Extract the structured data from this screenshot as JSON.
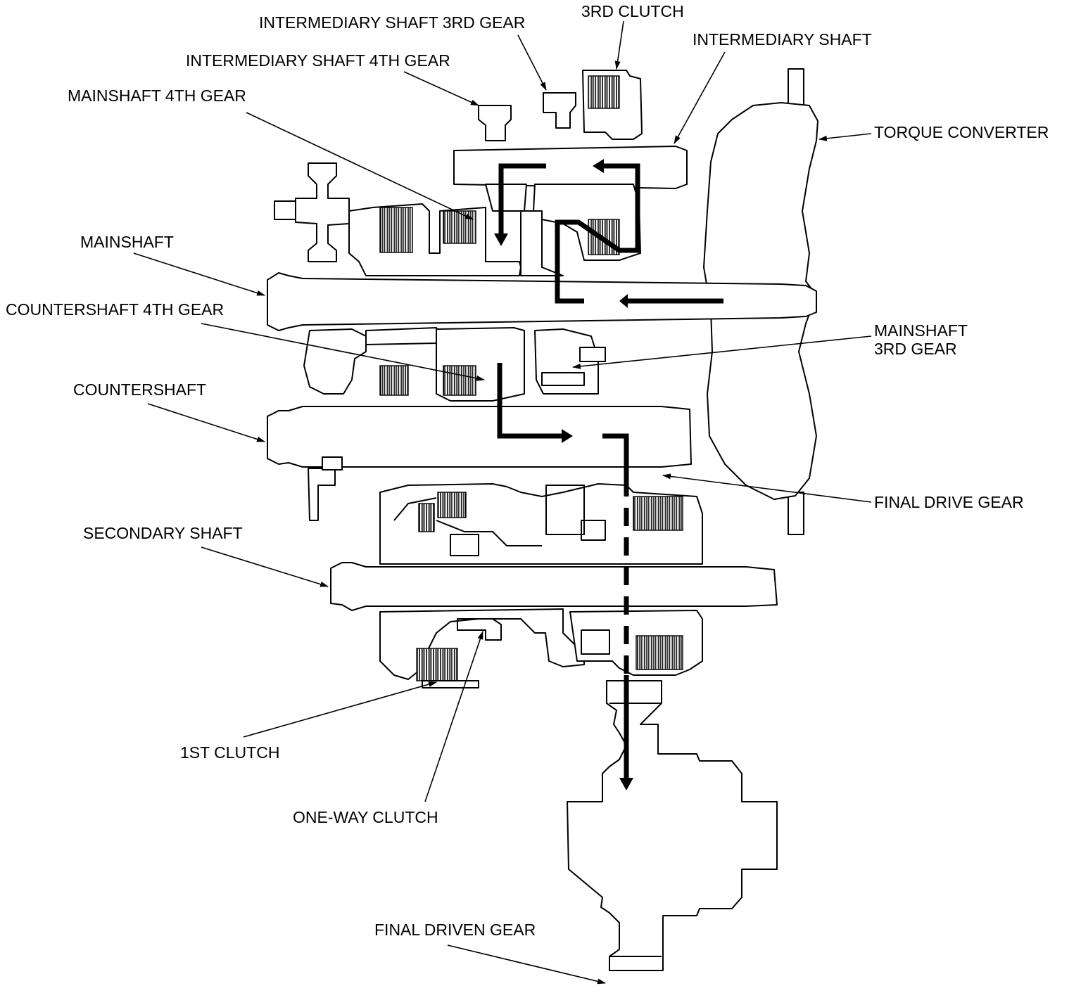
{
  "labels": {
    "intermediary_shaft_3rd_gear": "INTERMEDIARY SHAFT 3RD GEAR",
    "third_clutch": "3RD CLUTCH",
    "intermediary_shaft": "INTERMEDIARY SHAFT",
    "intermediary_shaft_4th_gear": "INTERMEDIARY SHAFT 4TH GEAR",
    "mainshaft_4th_gear": "MAINSHAFT 4TH GEAR",
    "torque_converter": "TORQUE CONVERTER",
    "mainshaft": "MAINSHAFT",
    "countershaft_4th_gear": "COUNTERSHAFT 4TH GEAR",
    "mainshaft_3rd_gear_line1": "MAINSHAFT",
    "mainshaft_3rd_gear_line2": "3RD GEAR",
    "countershaft": "COUNTERSHAFT",
    "final_drive_gear": "FINAL DRIVE GEAR",
    "secondary_shaft": "SECONDARY SHAFT",
    "first_clutch": "1ST CLUTCH",
    "one_way_clutch": "ONE-WAY CLUTCH",
    "final_driven_gear": "FINAL DRIVEN GEAR"
  }
}
